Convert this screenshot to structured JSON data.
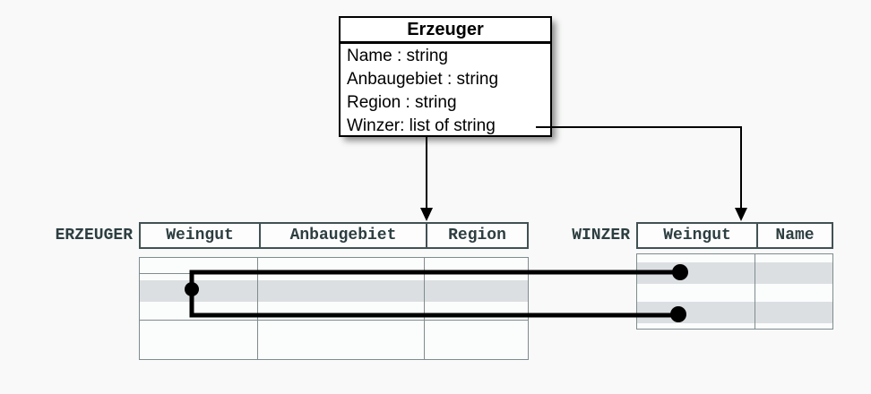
{
  "class_box": {
    "title": "Erzeuger",
    "attributes": [
      "Name : string",
      "Anbaugebiet : string",
      "Region : string",
      "Winzer: list of string"
    ]
  },
  "erzeuger_table": {
    "label": "ERZEUGER",
    "columns": [
      "Weingut",
      "Anbaugebiet",
      "Region"
    ]
  },
  "winzer_table": {
    "label": "WINZER",
    "columns": [
      "Weingut",
      "Name"
    ]
  },
  "colors": {
    "background": "#f8f9f8",
    "class_border": "#000000",
    "connector": "#000000",
    "table_text": "#2d3e41",
    "header_border": "#415154",
    "body_border": "#7e8c8e",
    "row_highlight": "#dcdfe2"
  }
}
